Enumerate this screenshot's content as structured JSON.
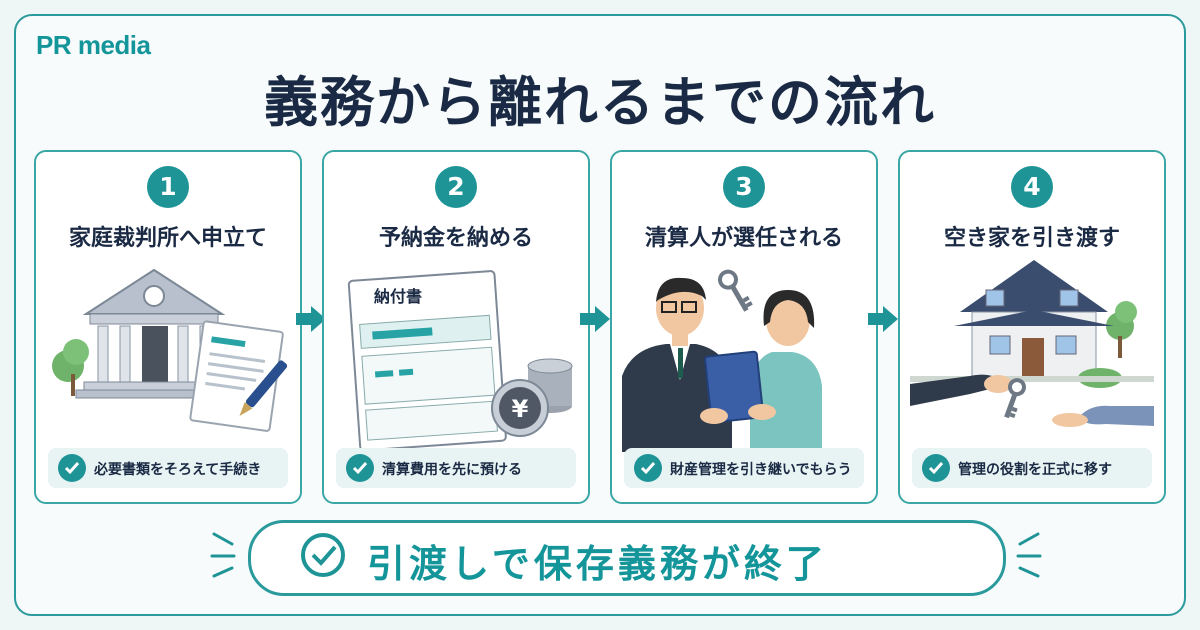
{
  "brand": {
    "logo": "PR media",
    "color": "#14959a"
  },
  "title": "義務から離れるまでの流れ",
  "steps": [
    {
      "number": "1",
      "title": "家庭裁判所へ申立て",
      "note": "必要書類をそろえて手続き",
      "icon": "courthouse-icon"
    },
    {
      "number": "2",
      "title": "予納金を納める",
      "note": "清算費用を先に預ける",
      "icon": "payment-slip-icon",
      "slip_label": "納付書",
      "coin_symbol": "¥"
    },
    {
      "number": "3",
      "title": "清算人が選任される",
      "note": "財産管理を引き継いでもらう",
      "icon": "handover-people-icon"
    },
    {
      "number": "4",
      "title": "空き家を引き渡す",
      "note": "管理の役割を正式に移す",
      "icon": "house-keys-icon"
    }
  ],
  "final": {
    "text": "引渡しで保存義務が終了",
    "icon": "check-circle-icon"
  },
  "colors": {
    "accent": "#1f9497",
    "navy": "#1b2a44",
    "pill": "#e8f3f3",
    "background": "#eef6f6"
  }
}
